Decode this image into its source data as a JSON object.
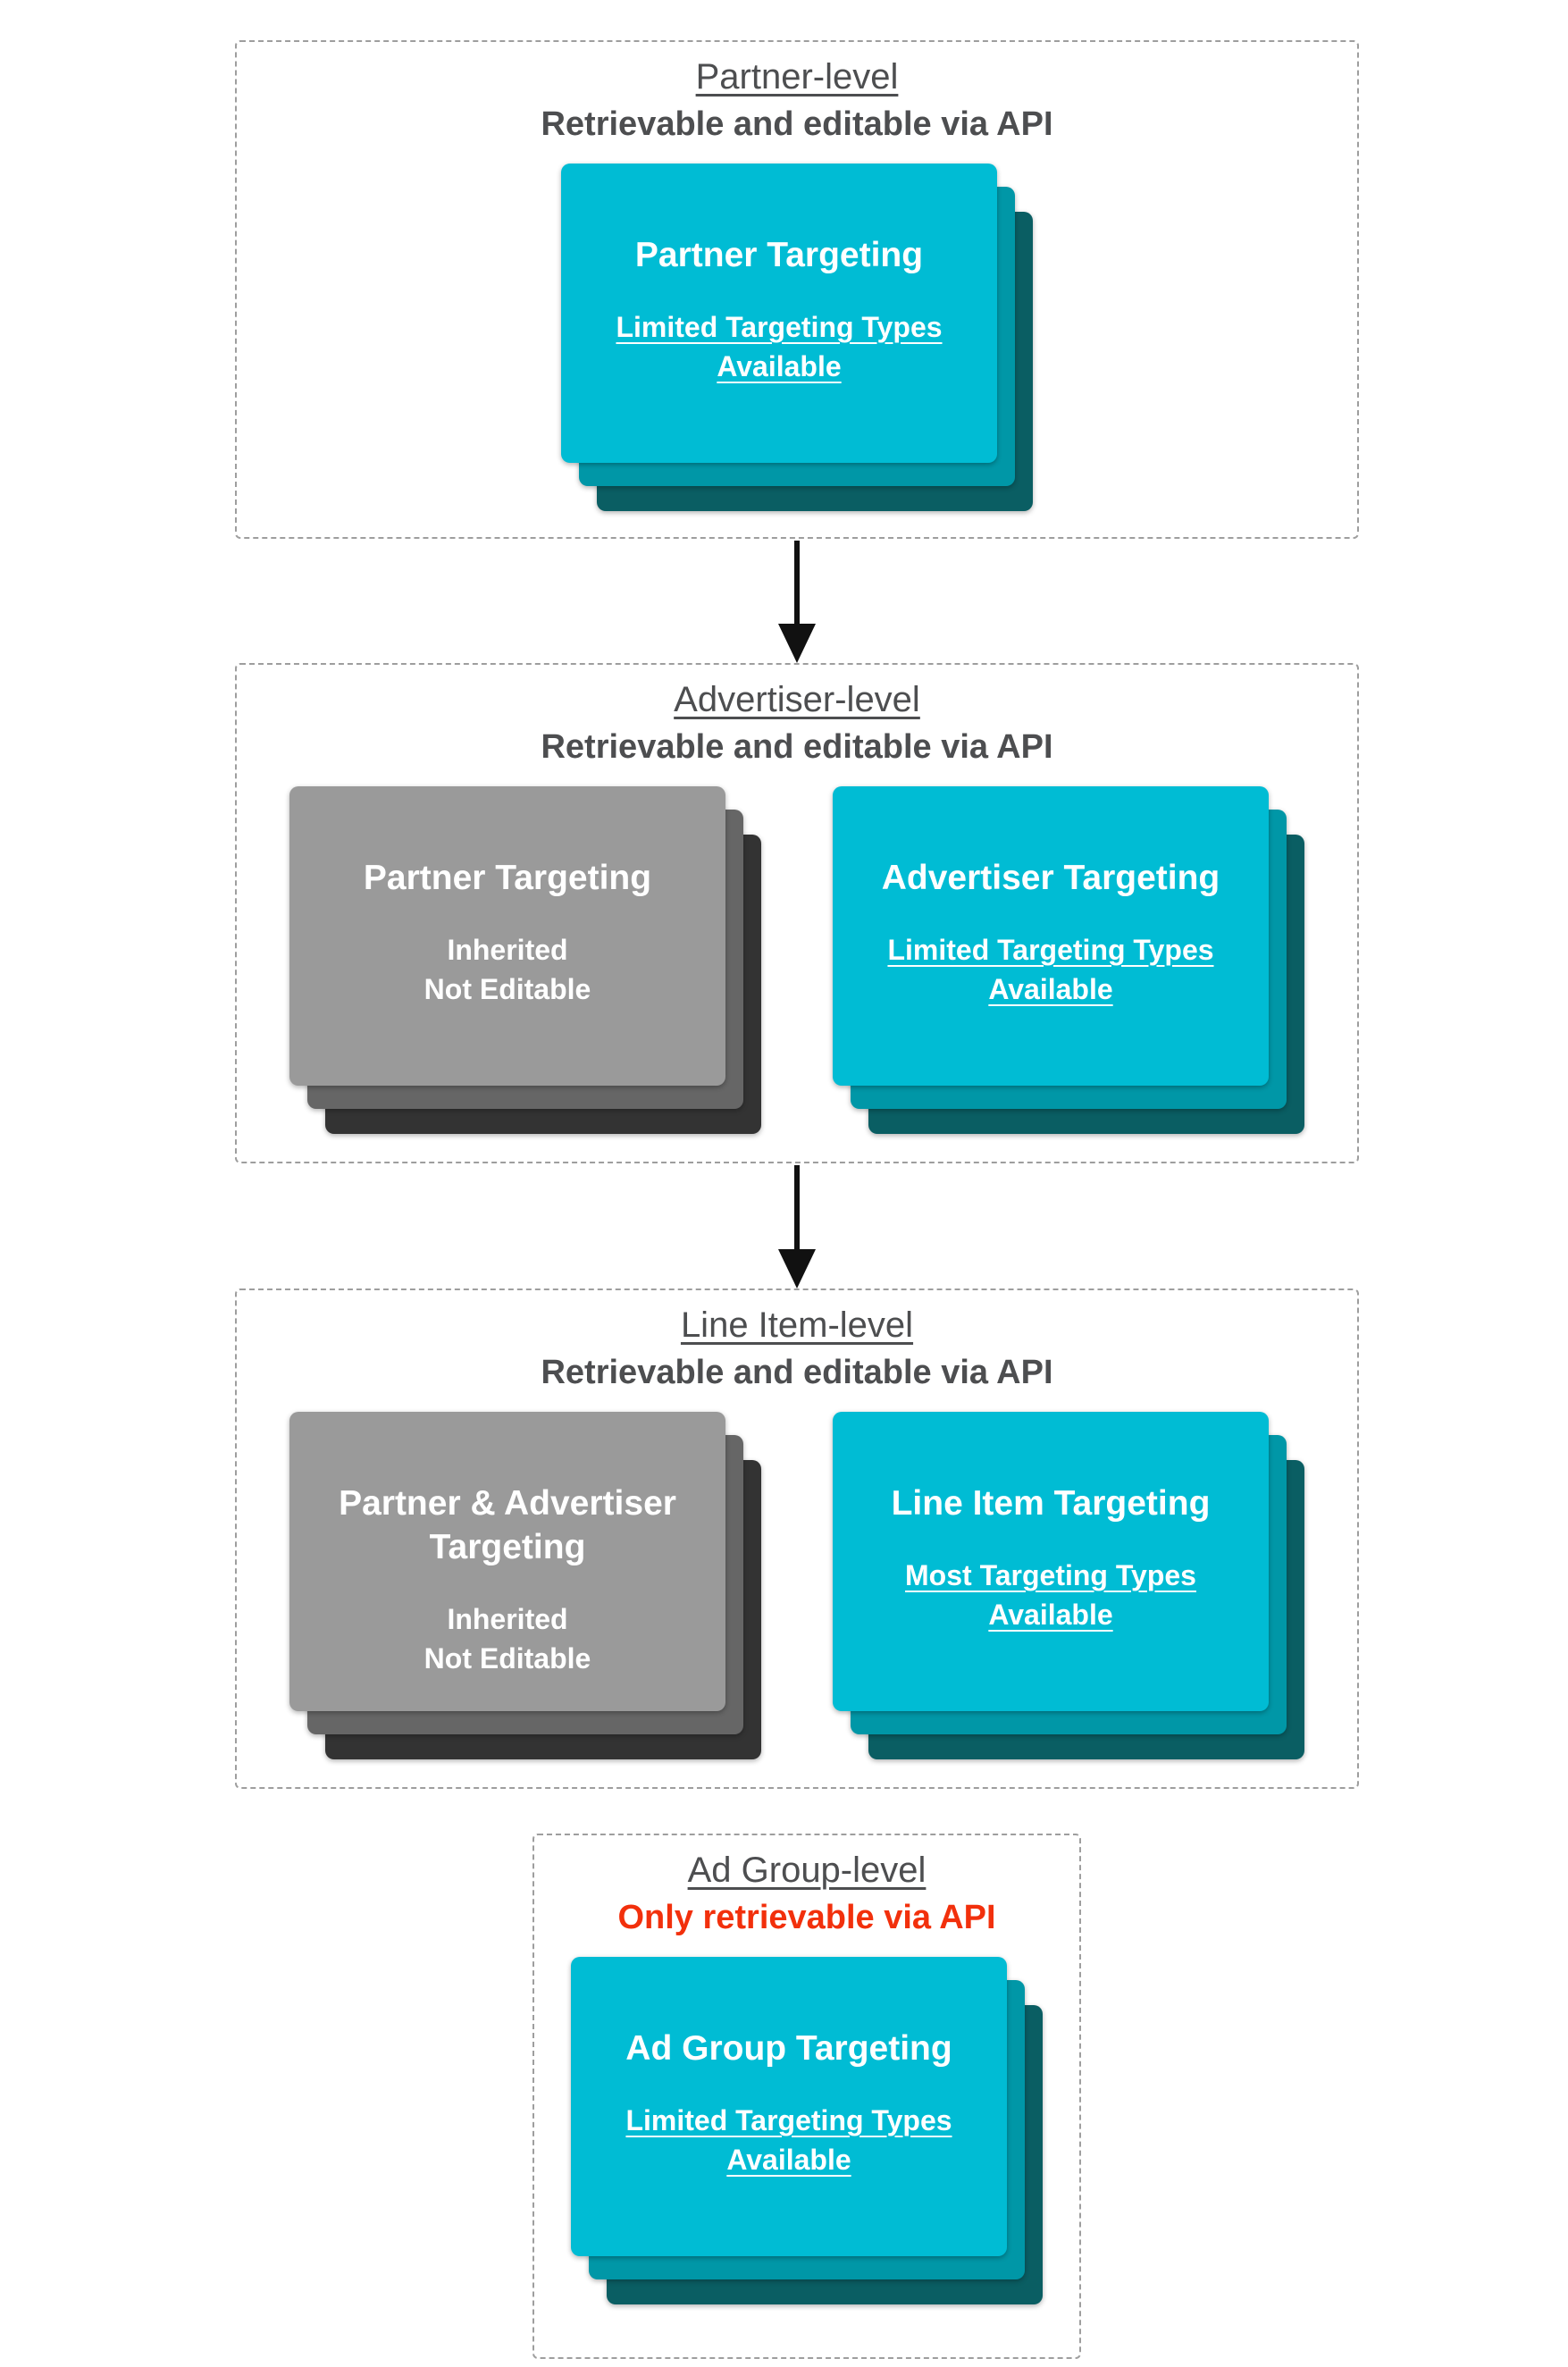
{
  "colors": {
    "card_cyan_front": "#00bcd4",
    "card_cyan_mid": "#0097a7",
    "card_cyan_back": "#0a5e63",
    "card_gray_front": "#9a9a9a",
    "card_gray_mid": "#666666",
    "card_gray_back": "#333333",
    "header_text": "#4d4e50",
    "alert_text": "#f2300c",
    "dashed_border": "#9e9e9e",
    "arrow": "#111111"
  },
  "sections": [
    {
      "title": "Partner-level",
      "subtitle": "Retrievable and editable via API",
      "cards": [
        {
          "style": "cyan",
          "title_lines": [
            "Partner Targeting"
          ],
          "body_lines": [
            "Limited Targeting Types",
            "Available"
          ]
        }
      ]
    },
    {
      "title": "Advertiser-level",
      "subtitle": "Retrievable and editable via API",
      "cards": [
        {
          "style": "gray",
          "title_lines": [
            "Partner Targeting"
          ],
          "body_lines": [
            "Inherited",
            "Not Editable"
          ]
        },
        {
          "style": "cyan",
          "title_lines": [
            "Advertiser Targeting"
          ],
          "body_lines": [
            "Limited Targeting Types",
            "Available"
          ]
        }
      ]
    },
    {
      "title": "Line Item-level",
      "subtitle": "Retrievable and editable via API",
      "cards": [
        {
          "style": "gray",
          "title_lines": [
            "Partner & Advertiser",
            "Targeting"
          ],
          "body_lines": [
            "Inherited",
            "Not Editable"
          ]
        },
        {
          "style": "cyan",
          "title_lines": [
            "Line Item Targeting"
          ],
          "body_lines": [
            "Most Targeting Types",
            "Available"
          ]
        }
      ]
    },
    {
      "title": "Ad Group-level",
      "subtitle": "Only retrievable via API",
      "cards": [
        {
          "style": "cyan",
          "title_lines": [
            "Ad Group Targeting"
          ],
          "body_lines": [
            "Limited Targeting Types",
            "Available"
          ]
        }
      ]
    }
  ]
}
